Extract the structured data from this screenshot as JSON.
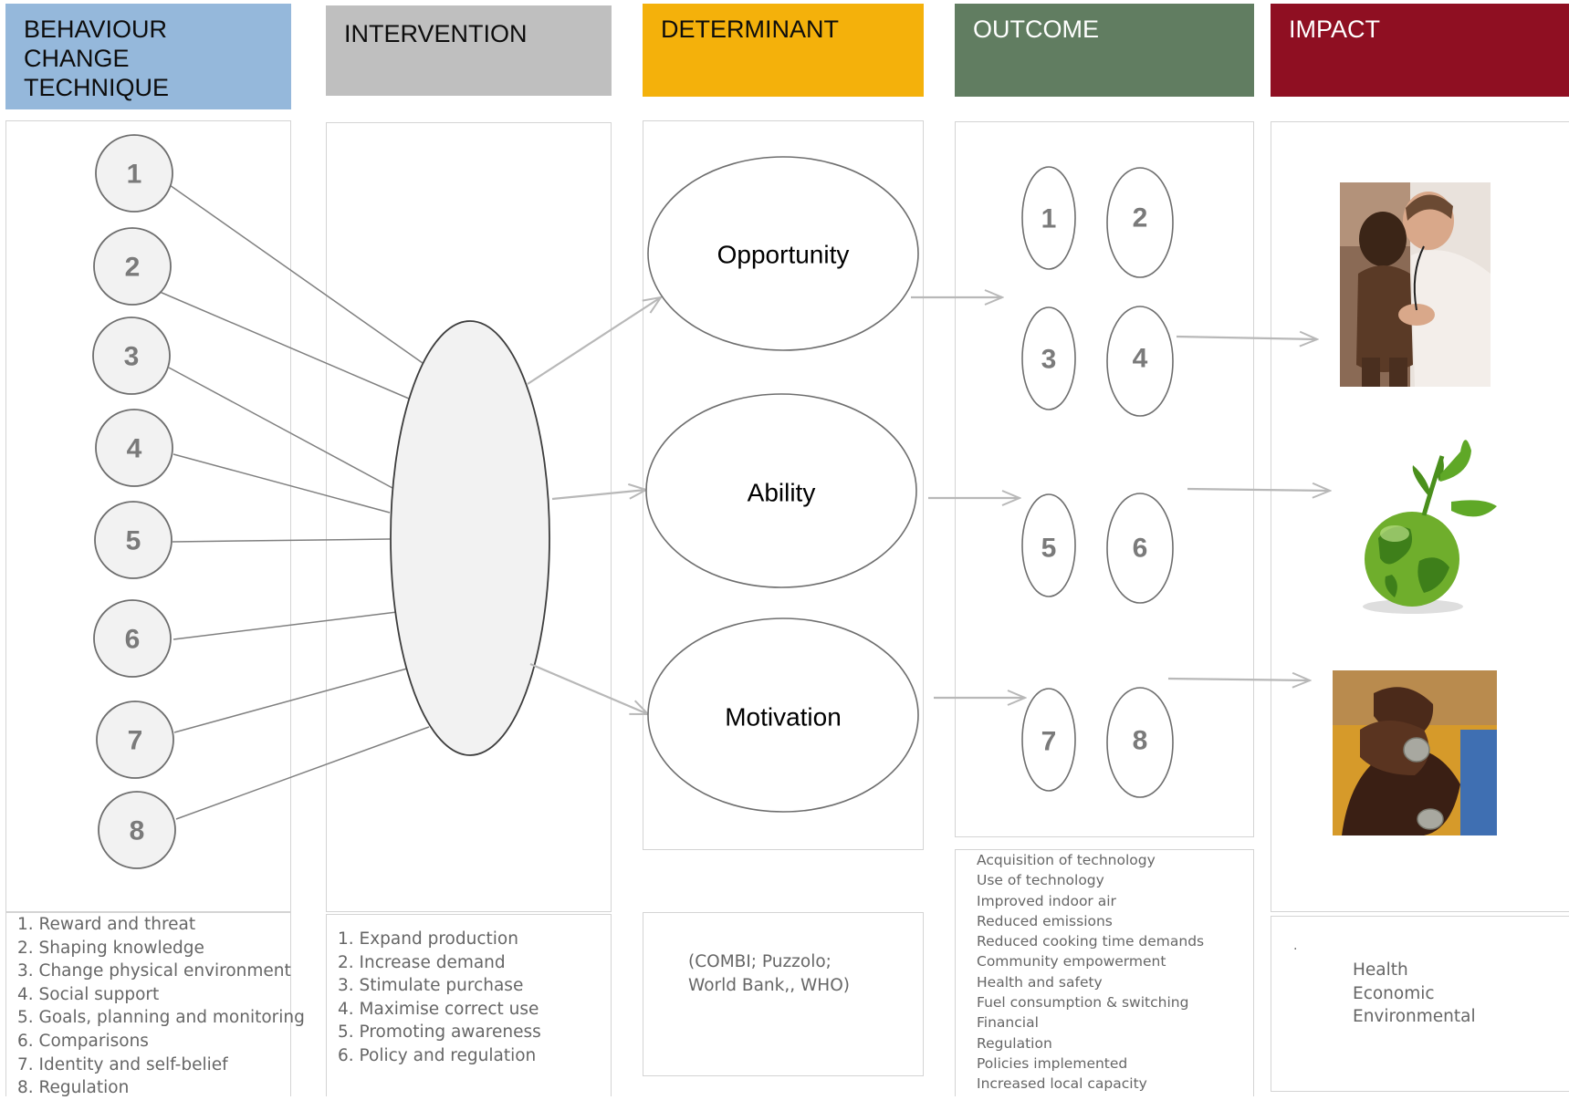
{
  "headers": {
    "bct": [
      "BEHAVIOUR",
      "CHANGE",
      "TECHNIQUE"
    ],
    "intervention": "INTERVENTION",
    "determinant": "DETERMINANT",
    "outcome": "OUTCOME",
    "impact": "IMPACT"
  },
  "colors": {
    "bct": "#95b8db",
    "intervention": "#bfbfbf",
    "determinant": "#f4b10b",
    "outcome": "#617d61",
    "impact": "#8f0f22"
  },
  "bct_circles": [
    "1",
    "2",
    "3",
    "4",
    "5",
    "6",
    "7",
    "8"
  ],
  "determinants": [
    "Opportunity",
    "Ability",
    "Motivation"
  ],
  "outcome_circles": [
    "1",
    "2",
    "3",
    "4",
    "5",
    "6",
    "7",
    "8"
  ],
  "legends": {
    "bct": [
      "1. Reward and threat",
      "2. Shaping knowledge",
      "3. Change physical environment",
      "4. Social support",
      "5. Goals, planning and monitoring",
      "6. Comparisons",
      "7. Identity and self-belief",
      "8. Regulation"
    ],
    "intervention": [
      "1. Expand production",
      "2. Increase demand",
      "3. Stimulate purchase",
      "4. Maximise correct use",
      "5. Promoting awareness",
      "6. Policy and regulation"
    ],
    "determinant": [
      "(COMBI; Puzzolo;",
      "World Bank,, WHO)"
    ],
    "outcome": [
      "Acquisition of technology",
      "Use of technology",
      "Improved indoor air",
      "Reduced emissions",
      "Reduced cooking time demands",
      "Community empowerment",
      "Health and safety",
      "Fuel consumption & switching",
      "Financial",
      "Regulation",
      "Policies implemented",
      "Increased local capacity"
    ],
    "impact_dot": ".",
    "impact": [
      "Health",
      "Economic",
      "Environmental"
    ]
  },
  "impact_images": [
    "doctor-child-photo",
    "green-globe-sprout",
    "coins-in-hands-photo"
  ]
}
